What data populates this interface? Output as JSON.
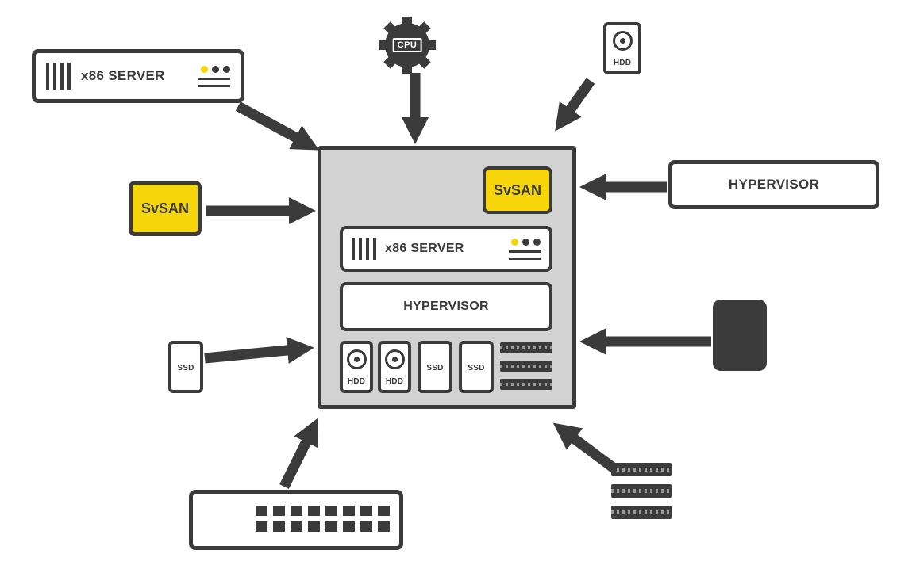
{
  "colors": {
    "dark": "#3b3b3b",
    "yellow": "#f6d60a",
    "panel_gray": "#d2d2d2",
    "white": "#ffffff"
  },
  "external": {
    "server": {
      "label": "x86 SERVER"
    },
    "cpu": {
      "label": "CPU"
    },
    "hdd": {
      "label": "HDD"
    },
    "svsan": {
      "label": "SvSAN"
    },
    "hypervisor": {
      "label": "HYPERVISOR"
    },
    "ssd": {
      "label": "SSD"
    }
  },
  "central": {
    "svsan": {
      "label": "SvSAN"
    },
    "server": {
      "label": "x86 SERVER"
    },
    "hypervisor": {
      "label": "HYPERVISOR"
    },
    "drives": {
      "hdd1": "HDD",
      "hdd2": "HDD",
      "ssd1": "SSD",
      "ssd2": "SSD"
    }
  },
  "icons": {
    "server-vents-icon": "vertical-bars",
    "status-lights-icon": "led-dots-and-lines",
    "hdd-platter-icon": "circle-with-hub",
    "cpu-gear-icon": "gear-chip",
    "ram-stick-icon": "memory-module",
    "switch-ports-icon": "port-grid",
    "storage-drive-icon": "solid-rounded-block",
    "arrow-icon": "thick-arrow"
  }
}
